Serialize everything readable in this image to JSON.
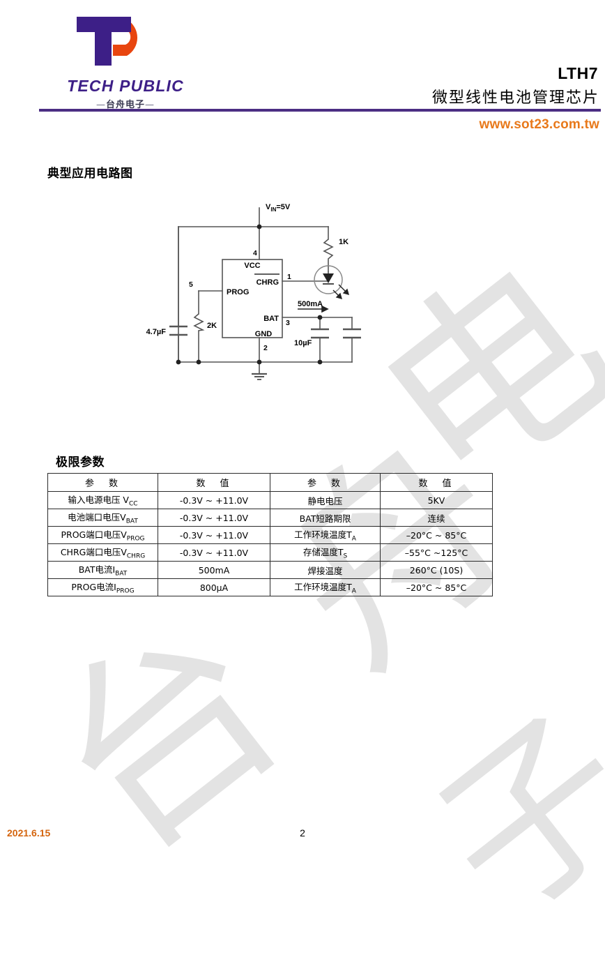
{
  "header": {
    "logo": {
      "wordmark": "TECH PUBLIC",
      "sub_dash_left": "—",
      "sub_text": "台舟电子",
      "sub_dash_right": "—",
      "purple": "#3d1f87",
      "orange": "#e8450f"
    },
    "title": "LTH7",
    "subtitle": "微型线性电池管理芯片",
    "url": "www.sot23.com.tw",
    "url_color": "#e8791b",
    "rule_color": "#4b2e83"
  },
  "sections": {
    "circuit_heading": "典型应用电路图",
    "limits_heading": "极限参数"
  },
  "circuit": {
    "supply_label": "V",
    "supply_label_sub": "IN",
    "supply_label_rest": "=5V",
    "ic_pins": {
      "vcc": "VCC",
      "prog": "PROG",
      "chrg": "CHRG",
      "bat": "BAT",
      "gnd": "GND"
    },
    "pin_numbers": {
      "vcc": "4",
      "prog": "5",
      "chrg": "1",
      "bat": "3",
      "gnd": "2"
    },
    "components": {
      "r_led": "1K",
      "r_prog": "2K",
      "c_in": "4.7µF",
      "c_bat": "10µF",
      "i_bat": "500mA"
    }
  },
  "limits_table": {
    "headers": [
      "参　数",
      "数　值",
      "参　数",
      "数　值"
    ],
    "rows": [
      {
        "p1_main": "输入电源电压 V",
        "p1_sub": "CC",
        "v1": "-0.3V ~ +11.0V",
        "p2_main": "静电电压",
        "p2_sub": "",
        "v2": "5KV"
      },
      {
        "p1_main": "电池端口电压V",
        "p1_sub": "BAT",
        "v1": "-0.3V ~ +11.0V",
        "p2_main": "BAT短路期限",
        "p2_sub": "",
        "v2": "连续"
      },
      {
        "p1_main": "PROG端口电压V",
        "p1_sub": "PROG",
        "v1": "-0.3V ~ +11.0V",
        "p2_main": "工作环境温度T",
        "p2_sub": "A",
        "v2": "–20°C ~ 85°C"
      },
      {
        "p1_main": "CHRG端口电压V",
        "p1_sub": "CHRG",
        "v1": "-0.3V ~ +11.0V",
        "p2_main": "存储温度T",
        "p2_sub": "S",
        "v2": "–55°C ~125°C"
      },
      {
        "p1_main": "BAT电流I",
        "p1_sub": "BAT",
        "v1": "500mA",
        "p2_main": "焊接温度",
        "p2_sub": "",
        "v2": "260°C (10S)"
      },
      {
        "p1_main": "PROG电流I",
        "p1_sub": "PROG",
        "v1": "800µA",
        "p2_main": "工作环境温度T",
        "p2_sub": "A",
        "v2": "–20°C ~ 85°C"
      }
    ]
  },
  "watermark": {
    "text": "台舟电子",
    "color": "#e3e3e3",
    "chars": [
      "台",
      "舟",
      "电",
      "子"
    ]
  },
  "footer": {
    "date": "2021.6.15",
    "page_number": "2"
  }
}
